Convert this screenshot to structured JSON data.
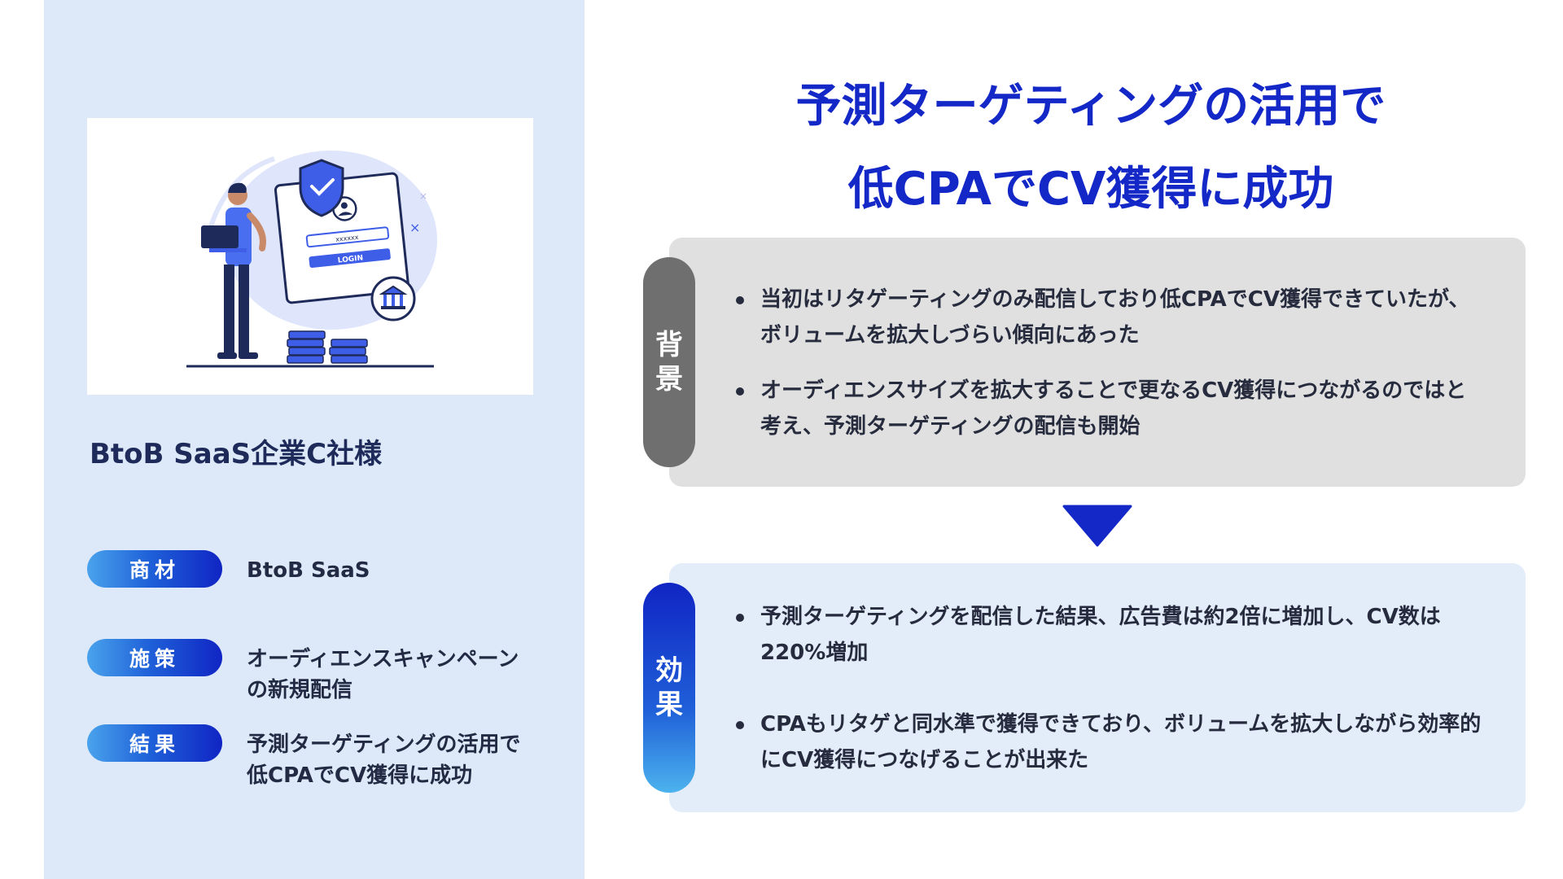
{
  "left": {
    "client_name": "BtoB SaaS企業C社様",
    "illustration": {
      "login_button": "LOGIN",
      "password_mask": "xxxxxx",
      "icons": [
        "shield-check-icon",
        "user-avatar-icon",
        "bank-icon",
        "laptop-icon",
        "coin-stacks-icon"
      ]
    },
    "info": [
      {
        "label": "商材",
        "value": "BtoB SaaS"
      },
      {
        "label": "施策",
        "value": "オーディエンスキャンペーンの新規配信"
      },
      {
        "label": "結果",
        "value": "予測ターゲティングの活用で低CPAでCV獲得に成功"
      }
    ]
  },
  "headline": {
    "line1": "予測ターゲティングの活用で",
    "line2": "低CPAでCV獲得に成功"
  },
  "background_section": {
    "tag_char1": "背",
    "tag_char2": "景",
    "bullets": [
      "当初はリタゲーティングのみ配信しており低CPAでCV獲得できていたが、ボリュームを拡大しづらい傾向にあった",
      "オーディエンスサイズを拡大することで更なるCV獲得につながるのではと考え、予測ターゲティングの配信も開始"
    ]
  },
  "result_section": {
    "tag_char1": "効",
    "tag_char2": "果",
    "bullets": [
      "予測ターゲティングを配信した結果、広告費は約2倍に増加し、CV数は220%増加",
      "CPAもリタゲと同水準で獲得できており、ボリュームを拡大しながら効率的にCV獲得につなげることが出来た"
    ]
  },
  "colors": {
    "accent_blue": "#1428c8",
    "left_panel_bg": "#dde9f8",
    "background_box": "#e0e0e0",
    "result_box": "#e3edf9",
    "background_tag": "#6f6f6f"
  }
}
